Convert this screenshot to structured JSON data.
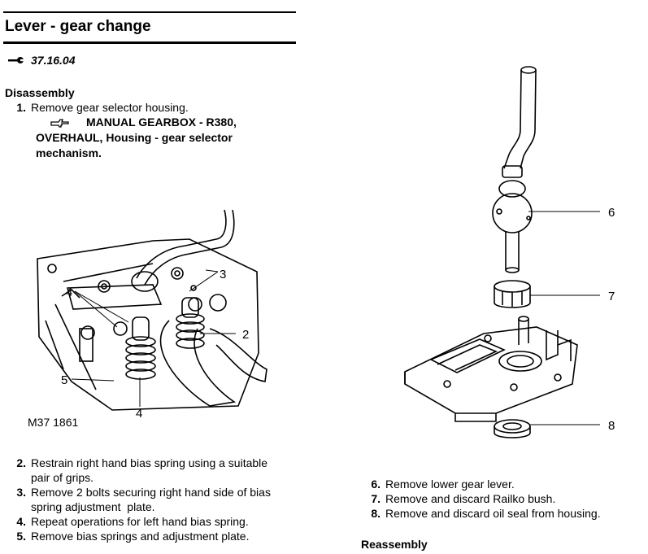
{
  "header": {
    "title": "Lever - gear change",
    "ref_number": "37.16.04"
  },
  "disassembly": {
    "heading": "Disassembly",
    "step1": {
      "num": "1.",
      "text": "Remove gear selector housing.",
      "xref_line1": "MANUAL GEARBOX - R380,",
      "xref_line2": "OVERHAUL, Housing - gear selector",
      "xref_line3": "mechanism."
    }
  },
  "figure_left": {
    "code": "M37 1861",
    "callouts": [
      "2",
      "3",
      "4",
      "4",
      "5"
    ]
  },
  "figure_right": {
    "callouts": [
      "6",
      "7",
      "8"
    ]
  },
  "steps_left": [
    {
      "num": "2.",
      "lines": [
        "Restrain right hand bias spring using a suitable",
        "pair of grips."
      ]
    },
    {
      "num": "3.",
      "lines": [
        "Remove 2 bolts securing right hand side of bias",
        "spring adjustment  plate."
      ]
    },
    {
      "num": "4.",
      "lines": [
        "Repeat operations for left hand bias spring."
      ]
    },
    {
      "num": "5.",
      "lines": [
        "Remove bias springs and adjustment plate."
      ]
    }
  ],
  "steps_right": [
    {
      "num": "6.",
      "text": "Remove lower gear lever."
    },
    {
      "num": "7.",
      "text": "Remove and discard Railko bush."
    },
    {
      "num": "8.",
      "text": "Remove and discard oil seal from housing."
    }
  ],
  "reassembly": {
    "heading": "Reassembly"
  }
}
